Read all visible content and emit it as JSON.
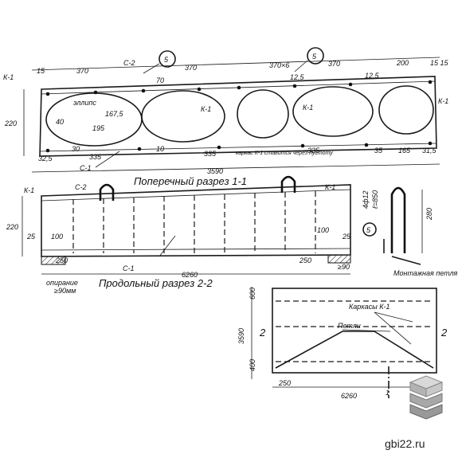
{
  "sections": {
    "cross_title": "Поперечный разрез 1-1",
    "long_title": "Продольный разрез 2-2"
  },
  "labels": {
    "k1": "К-1",
    "c2": "С-2",
    "c1": "С-1",
    "five": "5",
    "ellipse": "эллипс",
    "frame_note": "каркас К-1 ставится через пустоту",
    "support": "опирание",
    "support_val": "≥90мм",
    "rebar": "4ф12",
    "rebar2": "ℓ=850",
    "mount_loop": "Монтажная петля",
    "frames": "Каркасы К-1",
    "loops": "Петли",
    "one": "1",
    "two": "2"
  },
  "dims": {
    "d370": "370",
    "d370x6": "370×6",
    "d200": "200",
    "d15": "15",
    "d1515": "15 15",
    "d220": "220",
    "d125": "12,5",
    "d70": "70",
    "d1675": "167,5",
    "d195": "195",
    "d40": "40",
    "d335": "335",
    "d325": "32,5",
    "d10": "10",
    "d30": "30",
    "d165": "165",
    "d315": "31,5",
    "d35": "35",
    "d3590": "3590",
    "d25": "25",
    "d100": "100",
    "d250": "250",
    "d90": "≥90",
    "d6260": "6260",
    "d280": "280",
    "d600": "600",
    "d400": "400"
  },
  "watermark": "gbi22.ru",
  "colors": {
    "ink": "#1a1a1a",
    "paper": "#ffffff"
  }
}
